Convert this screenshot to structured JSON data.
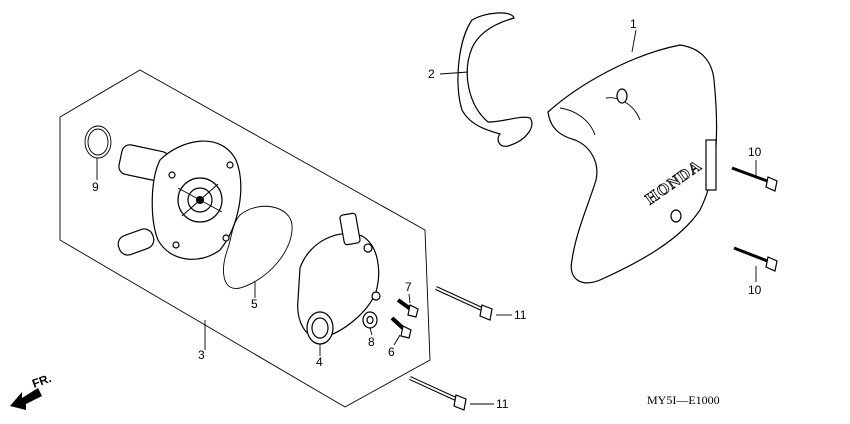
{
  "diagram": {
    "callouts": [
      {
        "id": "c1",
        "text": "1"
      },
      {
        "id": "c2",
        "text": "2"
      },
      {
        "id": "c3",
        "text": "3"
      },
      {
        "id": "c4",
        "text": "4"
      },
      {
        "id": "c5",
        "text": "5"
      },
      {
        "id": "c6",
        "text": "6"
      },
      {
        "id": "c7",
        "text": "7"
      },
      {
        "id": "c8",
        "text": "8"
      },
      {
        "id": "c9",
        "text": "9"
      },
      {
        "id": "c10a",
        "text": "10"
      },
      {
        "id": "c10b",
        "text": "10"
      },
      {
        "id": "c11a",
        "text": "11"
      },
      {
        "id": "c11b",
        "text": "11"
      }
    ],
    "direction_label": "FR.",
    "cover_brand": "HONDA",
    "drawing_code": "MY5I—E1000"
  }
}
